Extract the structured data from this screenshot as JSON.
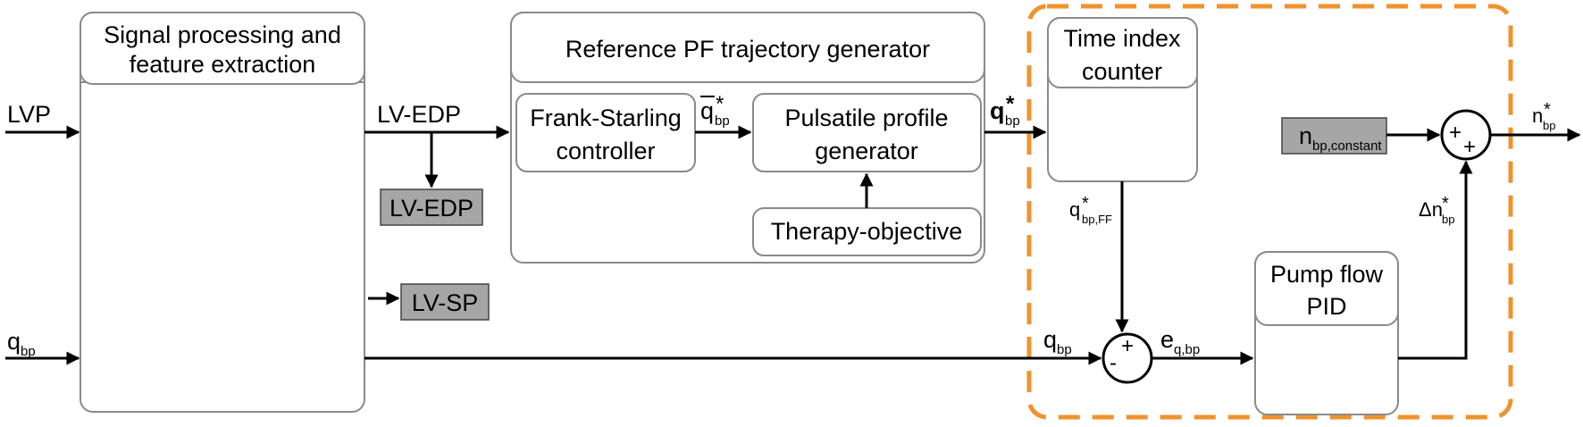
{
  "blocks": {
    "signal_processing": [
      "Signal processing and",
      "feature extraction"
    ],
    "reference_generator": "Reference PF trajectory generator",
    "frank_starling": [
      "Frank-Starling",
      "controller"
    ],
    "pulsatile_profile": [
      "Pulsatile profile",
      "generator"
    ],
    "therapy_objective": "Therapy-objective",
    "time_index": [
      "Time index",
      "counter"
    ],
    "pump_flow_pid": [
      "Pump flow",
      "PID"
    ],
    "n_constant": {
      "base": "n",
      "sub": "bp,constant"
    }
  },
  "outputs": {
    "lv_edp_box": "LV-EDP",
    "lv_sp_box": "LV-SP"
  },
  "signals": {
    "lvp": "LVP",
    "q_bp_in": {
      "base": "q",
      "sub": "bp"
    },
    "lv_edp": "LV-EDP",
    "q_bar_star": {
      "base": "q",
      "sup": "*",
      "sub": "bp"
    },
    "q_star": {
      "base": "q",
      "sup": "*",
      "sub": "bp"
    },
    "q_ff": {
      "base": "q",
      "sup": "*",
      "sub": "bp,FF"
    },
    "q_bp_fb": {
      "base": "q",
      "sub": "bp"
    },
    "error": {
      "base": "e",
      "sub": "q,bp"
    },
    "delta_n": {
      "base": "Δn",
      "sup": "*",
      "sub": "bp"
    },
    "n_out": {
      "base": "n",
      "sup": "*",
      "sub": "bp"
    }
  },
  "junctions": {
    "sum1_plus": "+",
    "sum1_minus": "-",
    "sum2_plus_left": "+",
    "sum2_plus_bottom": "+"
  },
  "colors": {
    "dashed_region": "#f0922e",
    "gray_box": "#a6a6a6",
    "box_border": "#8a8a8a"
  }
}
